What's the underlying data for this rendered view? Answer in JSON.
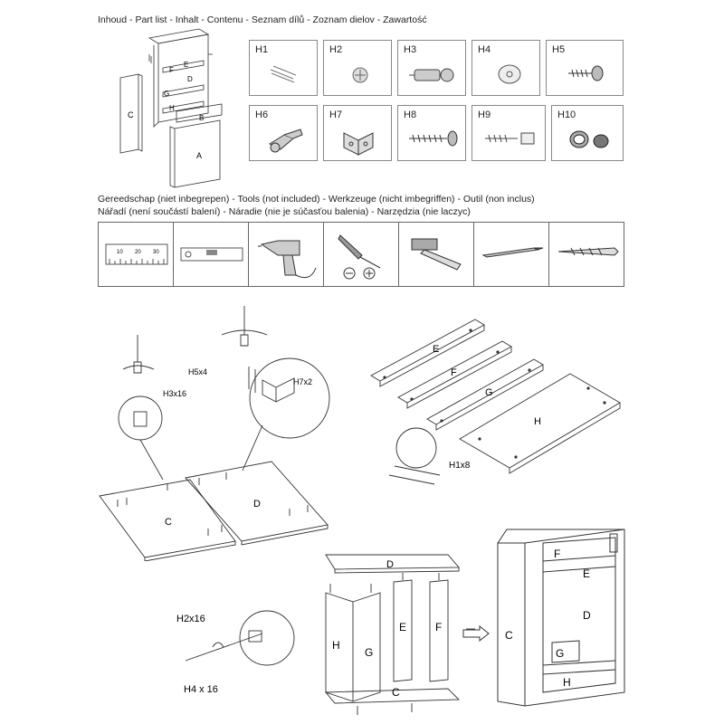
{
  "headings": {
    "parts": "Inhoud - Part list - Inhalt - Contenu - Seznam dílů - Zoznam dielov - Zawartość",
    "tools_line1": "Gereedschap (niet inbegrepen) - Tools (not included) - Werkzeuge (nicht imbegriffen) - Outil (non inclus)",
    "tools_line2": "Nářadí (není součástí balení) - Náradie (nie je súčasťou balenia) - Narzędzia (nie laczyc)"
  },
  "panels": [
    "A",
    "B",
    "C",
    "D",
    "E",
    "F",
    "G",
    "H"
  ],
  "hardware": [
    "H1",
    "H2",
    "H3",
    "H4",
    "H5",
    "H6",
    "H7",
    "H8",
    "H9",
    "H10"
  ],
  "ruler_ticks": [
    "10",
    "20",
    "30"
  ],
  "tools": [
    "ruler-icon",
    "level-icon",
    "drill-icon",
    "screwdriver-icon",
    "hammer-icon",
    "pencil-icon",
    "drill-bit-icon"
  ],
  "callouts": {
    "h3": "H3x16",
    "h5": "H5x4",
    "h7": "H7x2",
    "h1": "H1x8",
    "h2": "H2x16",
    "h4": "H4 x 16"
  }
}
